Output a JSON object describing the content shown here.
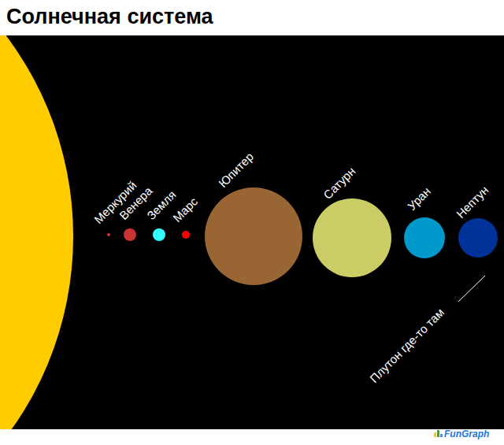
{
  "diagram": {
    "title": "Солнечная система",
    "nodes": [
      {
        "text": [
          "Меркурий"
        ]
      },
      {
        "text": [
          "Венера"
        ]
      },
      {
        "text": [
          "Земля"
        ]
      },
      {
        "text": [
          "Марс"
        ]
      },
      {
        "text": [
          "Юпитер"
        ]
      },
      {
        "text": [
          "Сатурн"
        ]
      },
      {
        "text": [
          "Уран"
        ]
      },
      {
        "text": [
          "Нептун"
        ]
      }
    ],
    "labels": [
      "Плутон где-то там",
      "FunGraph"
    ]
  }
}
